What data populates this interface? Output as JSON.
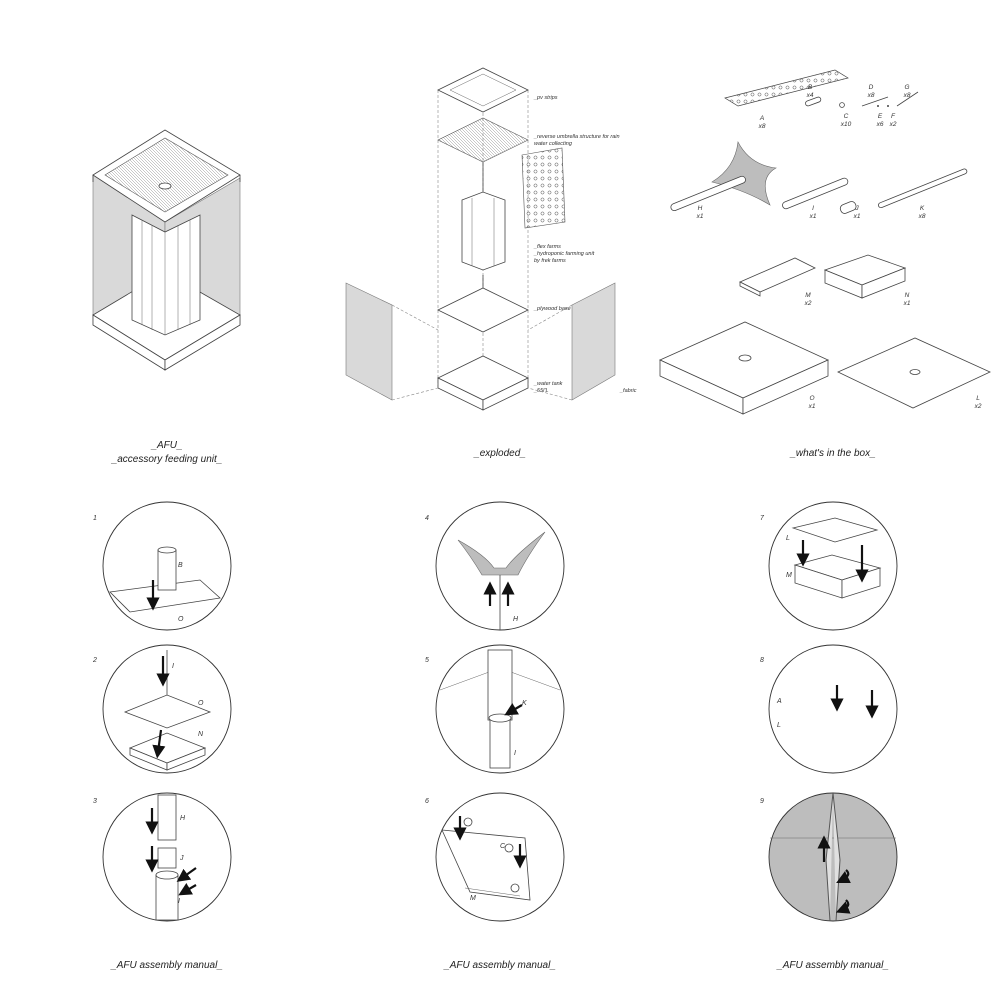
{
  "captions": {
    "afu_title": "_AFU_",
    "afu_subtitle": "_accessory feeding unit_",
    "exploded": "_exploded_",
    "box": "_what's in the box_",
    "manual_1": "_AFU assembly manual_",
    "manual_2": "_AFU assembly manual_",
    "manual_3": "_AFU assembly manual_"
  },
  "exploded_labels": {
    "pv": "_pv strips",
    "umbrella_1": "_reverse umbrella structure for rain",
    "umbrella_2": "water collecting",
    "flex_1": "_flex farms",
    "flex_2": "_hydroponic farming unit",
    "flex_3": "by frek farms",
    "plywood": "_plywood base",
    "tank_1": "_water tank",
    "tank_2": "_55l'L",
    "fabric": "_fabric"
  },
  "parts": {
    "A": {
      "letter": "A",
      "qty": "x8"
    },
    "B": {
      "letter": "B",
      "qty": "x4"
    },
    "C": {
      "letter": "C",
      "qty": "x10"
    },
    "D": {
      "letter": "D",
      "qty": "x8"
    },
    "E": {
      "letter": "E",
      "qty": "x6"
    },
    "F": {
      "letter": "F",
      "qty": "x2"
    },
    "G": {
      "letter": "G",
      "qty": "x8"
    },
    "H": {
      "letter": "H",
      "qty": "x1"
    },
    "I": {
      "letter": "I",
      "qty": "x1"
    },
    "J": {
      "letter": "J",
      "qty": "x1"
    },
    "K": {
      "letter": "K",
      "qty": "x8"
    },
    "M": {
      "letter": "M",
      "qty": "x2"
    },
    "N": {
      "letter": "N",
      "qty": "x1"
    },
    "O": {
      "letter": "O",
      "qty": "x1"
    },
    "L": {
      "letter": "L",
      "qty": "x2"
    }
  },
  "steps": [
    {
      "num": "1",
      "labels": [
        "B",
        "O"
      ]
    },
    {
      "num": "2",
      "labels": [
        "I",
        "O",
        "N"
      ]
    },
    {
      "num": "3",
      "labels": [
        "H",
        "J",
        "I"
      ]
    },
    {
      "num": "4",
      "labels": [
        "H"
      ]
    },
    {
      "num": "5",
      "labels": [
        "K",
        "I"
      ]
    },
    {
      "num": "6",
      "labels": [
        "C",
        "M"
      ]
    },
    {
      "num": "7",
      "labels": [
        "L",
        "M"
      ]
    },
    {
      "num": "8",
      "labels": [
        "A",
        "L"
      ]
    },
    {
      "num": "9",
      "labels": []
    }
  ]
}
